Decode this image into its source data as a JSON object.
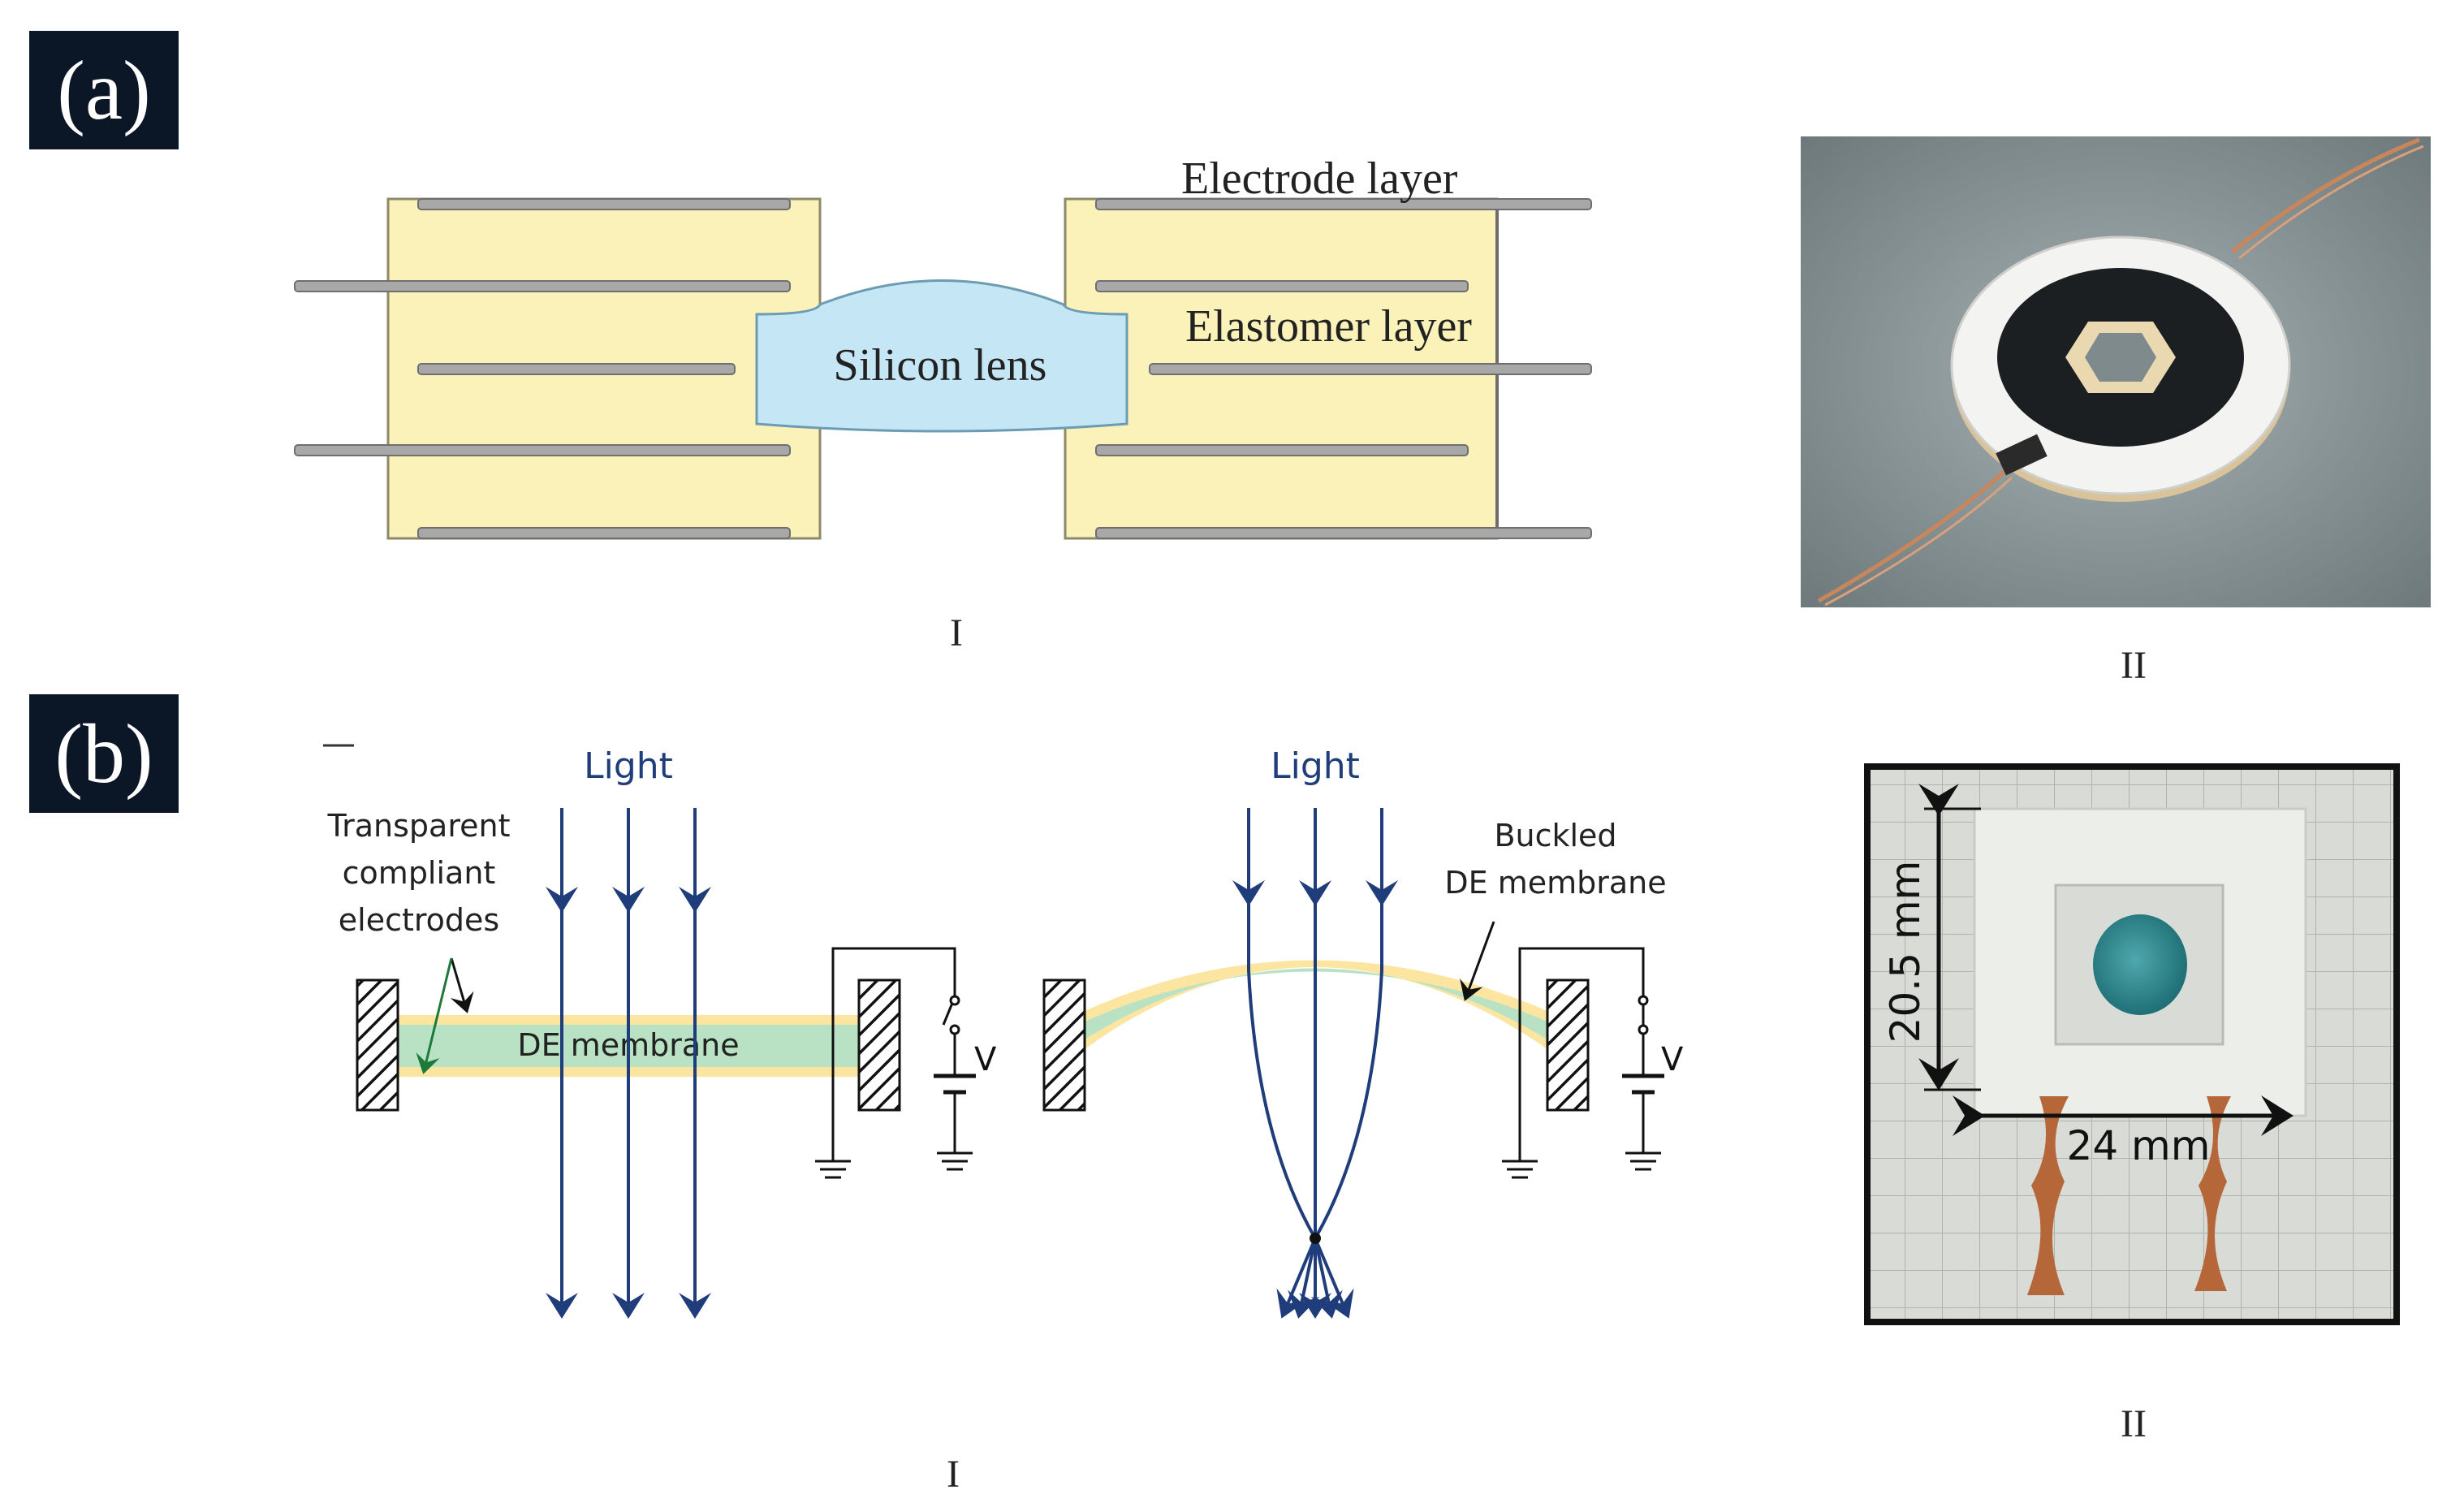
{
  "figure": {
    "panels": [
      {
        "label": "(a)",
        "schematic": {
          "caption": "I",
          "electrode_layer_label": "Electrode layer",
          "elastomer_layer_label": "Elastomer layer",
          "lens_label": "Silicon lens"
        },
        "photo": {
          "caption": "II"
        }
      },
      {
        "label": "(b)",
        "schematic": {
          "caption": "I",
          "light_label_left": "Light",
          "light_label_right": "Light",
          "electrodes_label": [
            "Transparent",
            "compliant",
            "electrodes"
          ],
          "membrane_label": "DE membrane",
          "buckled_label": [
            "Buckled",
            "DE membrane"
          ],
          "voltage_label_left": "V",
          "voltage_label_right": "V"
        },
        "photo": {
          "caption": "II",
          "height_dimension": "20.5 mm",
          "width_dimension": "24 mm"
        }
      }
    ]
  },
  "colors": {
    "label_bg": "#0b1726",
    "elastomer_fill": "#faf2b8",
    "lens_fill": "#c5e6f4",
    "electrode_bar": "#a8a8a8",
    "light_ray": "#1f3d7a",
    "membrane_green": "#b8e2c3",
    "membrane_yellow": "#fbe5a0"
  }
}
